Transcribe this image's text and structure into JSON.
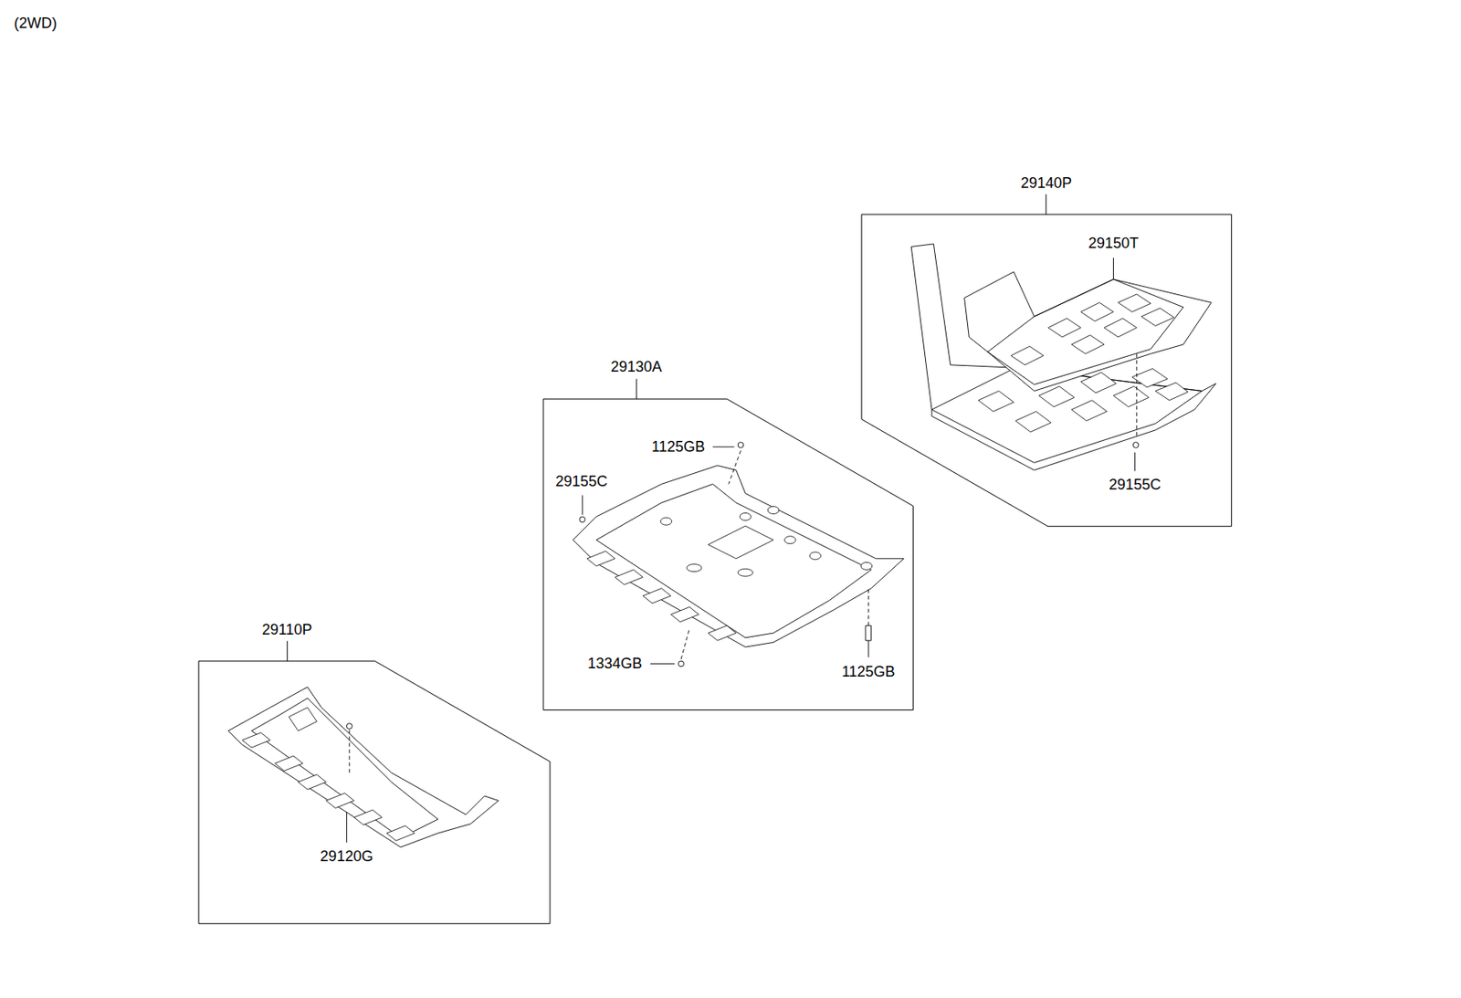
{
  "diagram": {
    "nodes": [
      {
        "text": [
          "29140P"
        ]
      },
      {
        "text": [
          "29130A"
        ]
      },
      {
        "text": [
          "29110P"
        ]
      }
    ],
    "labels": [
      "(2WD)",
      "29150T",
      "29155C",
      "1125GB",
      "29155C",
      "1334GB",
      "1125GB",
      "29120G"
    ]
  }
}
